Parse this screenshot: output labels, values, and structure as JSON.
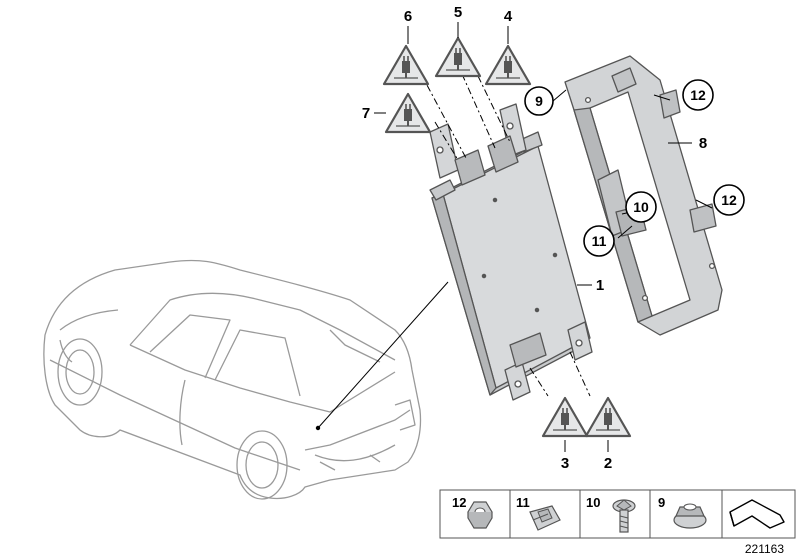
{
  "diagram": {
    "reference_number": "221163",
    "callouts": {
      "c1": "1",
      "c2": "2",
      "c3": "3",
      "c4": "4",
      "c5": "5",
      "c6": "6",
      "c7": "7",
      "c8": "8",
      "c9": "9"
    },
    "circled_labels": {
      "c9": "9",
      "c10": "10",
      "c11": "11",
      "c12a": "12",
      "c12b": "12"
    },
    "parts_tray": [
      {
        "number": "12"
      },
      {
        "number": "11"
      },
      {
        "number": "10"
      },
      {
        "number": "9"
      }
    ],
    "colors": {
      "part_fill": "#d4d6d8",
      "part_stroke": "#555555",
      "car_stroke": "#9a9a9a",
      "leader": "#000000"
    }
  }
}
